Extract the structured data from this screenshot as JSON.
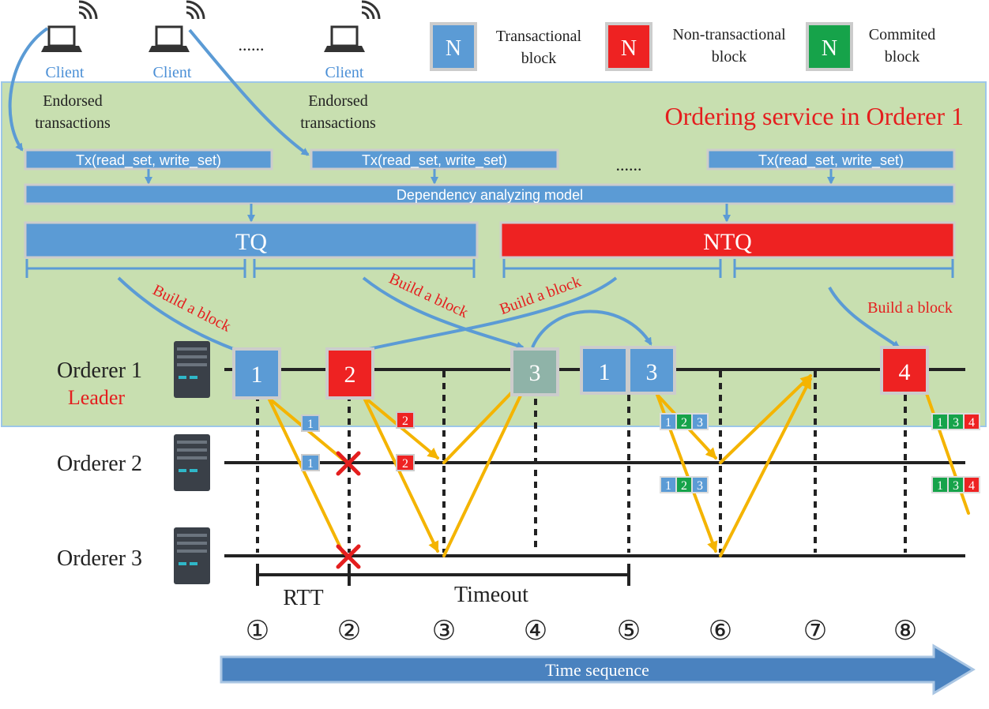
{
  "clients": [
    "Client",
    "Client",
    "Client"
  ],
  "clients_ellipsis": "......",
  "legend": [
    {
      "glyph": "N",
      "line1": "Transactional",
      "line2": "block",
      "color": "#5b9bd5"
    },
    {
      "glyph": "N",
      "line1": "Non-transactional",
      "line2": "block",
      "color": "#ee2222"
    },
    {
      "glyph": "N",
      "line1": "Commited",
      "line2": "block",
      "color": "#16a34a"
    }
  ],
  "ordering_title": "Ordering service in Orderer 1",
  "endorsed": [
    {
      "line1": "Endorsed",
      "line2": "transactions"
    },
    {
      "line1": "Endorsed",
      "line2": "transactions"
    }
  ],
  "tx_labels": [
    "Tx(read_set, write_set)",
    "Tx(read_set, write_set)",
    "Tx(read_set, write_set)"
  ],
  "tx_ellipsis": "......",
  "dependency_model": "Dependency analyzing model",
  "tq": "TQ",
  "ntq": "NTQ",
  "build_labels": [
    "Build a block",
    "Build a block",
    "Build a block",
    "Build a block"
  ],
  "orderers": [
    {
      "name": "Orderer 1",
      "role": "Leader"
    },
    {
      "name": "Orderer 2",
      "role": ""
    },
    {
      "name": "Orderer 3",
      "role": ""
    }
  ],
  "blocks": [
    {
      "label": "1",
      "type": "transactional"
    },
    {
      "label": "2",
      "type": "non-transactional"
    },
    {
      "label": "3",
      "type": "pending"
    },
    {
      "label": "1",
      "type": "transactional"
    },
    {
      "label": "3",
      "type": "transactional"
    },
    {
      "label": "4",
      "type": "non-transactional"
    }
  ],
  "messages": [
    {
      "label": "1",
      "type": "transactional"
    },
    {
      "label": "1",
      "type": "transactional"
    },
    {
      "label": "2",
      "type": "non-transactional"
    },
    {
      "label": "2",
      "type": "non-transactional"
    }
  ],
  "commit_groups": [
    [
      {
        "label": "1",
        "type": "transactional"
      },
      {
        "label": "2",
        "type": "committed"
      },
      {
        "label": "3",
        "type": "transactional"
      }
    ],
    [
      {
        "label": "1",
        "type": "transactional"
      },
      {
        "label": "2",
        "type": "committed"
      },
      {
        "label": "3",
        "type": "transactional"
      }
    ],
    [
      {
        "label": "1",
        "type": "committed"
      },
      {
        "label": "3",
        "type": "committed"
      },
      {
        "label": "4",
        "type": "non-transactional"
      }
    ],
    [
      {
        "label": "1",
        "type": "committed"
      },
      {
        "label": "3",
        "type": "committed"
      },
      {
        "label": "4",
        "type": "non-transactional"
      }
    ]
  ],
  "rtt": "RTT",
  "timeout": "Timeout",
  "steps": [
    "①",
    "②",
    "③",
    "④",
    "⑤",
    "⑥",
    "⑦",
    "⑧"
  ],
  "time_sequence": "Time sequence",
  "colors": {
    "transactional": "#5b9bd5",
    "non_transactional": "#ee2222",
    "committed": "#16a34a",
    "pending": "#8fb3a8",
    "ordering_bg": "#c8dfb0",
    "client_arrow": "#5b9bd5",
    "message_arrow": "#f4b400",
    "red_text": "#e41e1e",
    "client_text": "#4a8fd6"
  }
}
